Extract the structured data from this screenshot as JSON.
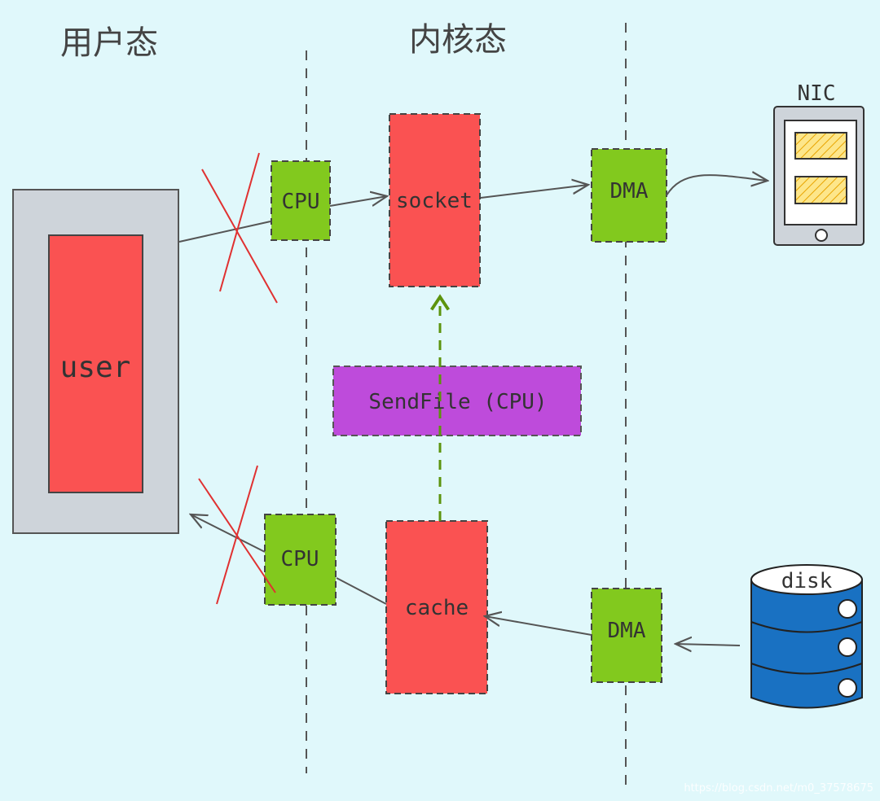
{
  "diagram": {
    "titles": {
      "user_space": "用户态",
      "kernel_space": "内核态"
    },
    "nodes": {
      "user": "user",
      "cpu_top": "CPU",
      "cpu_bottom": "CPU",
      "socket": "socket",
      "cache": "cache",
      "dma_top": "DMA",
      "dma_bottom": "DMA",
      "sendfile": "SendFile (CPU)",
      "nic": "NIC",
      "disk": "disk"
    },
    "watermark": "https://blog.csdn.net/m0_37578675"
  },
  "colors": {
    "background": "#e0f8fb",
    "red_box": "#fa5252",
    "green_box": "#82c91e",
    "purple_box": "#be4bdb",
    "gray_frame": "#ced4da",
    "disk_blue": "#1971c2",
    "nic_slot": "#fcc419",
    "cross": "#e03131",
    "dashed_arrow": "#5c940d"
  }
}
